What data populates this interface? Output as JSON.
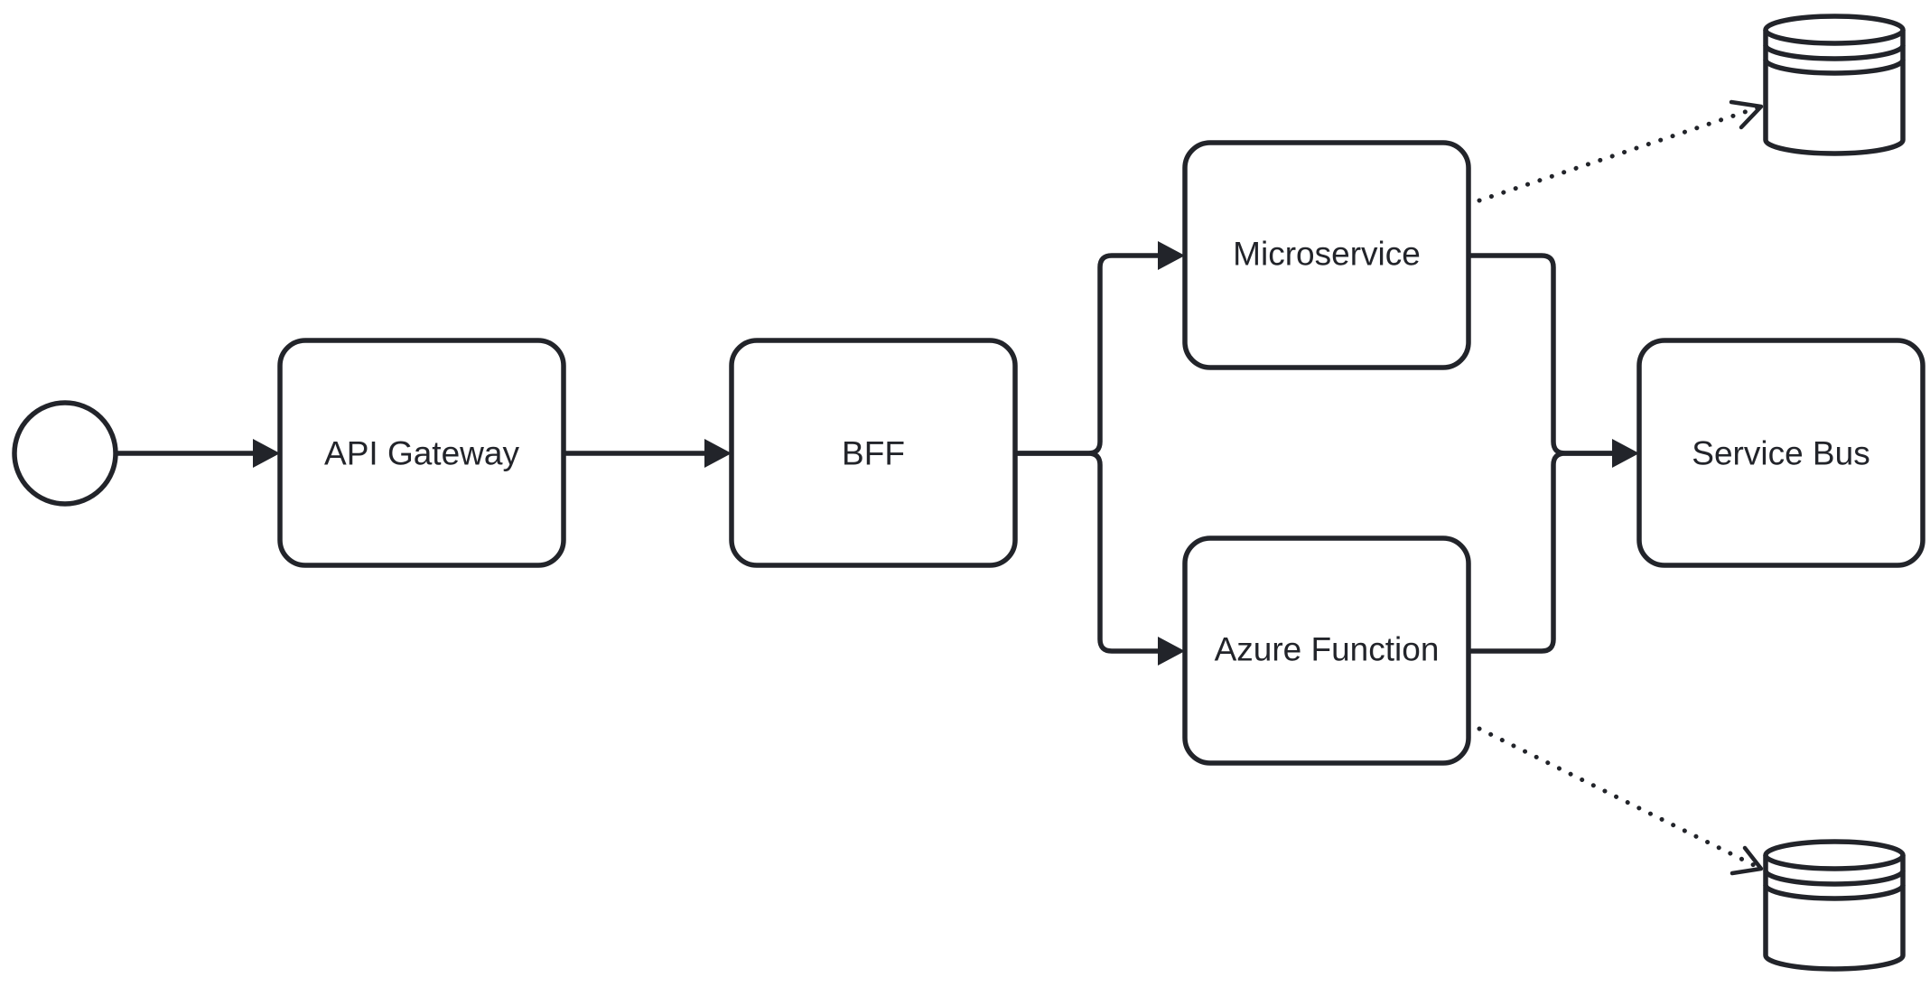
{
  "diagram": {
    "type": "BPMN process",
    "colors": {
      "stroke": "#22242a",
      "fill": "#ffffff",
      "background": "#ffffff"
    },
    "nodes": [
      {
        "id": "start",
        "kind": "start-event",
        "label": ""
      },
      {
        "id": "api_gateway",
        "kind": "task",
        "label": "API Gateway"
      },
      {
        "id": "bff",
        "kind": "task",
        "label": "BFF"
      },
      {
        "id": "microservice",
        "kind": "task",
        "label": "Microservice"
      },
      {
        "id": "azure_function",
        "kind": "task",
        "label": "Azure Function"
      },
      {
        "id": "service_bus",
        "kind": "task",
        "label": "Service Bus"
      },
      {
        "id": "datastore_top",
        "kind": "data-store",
        "label": ""
      },
      {
        "id": "datastore_bottom",
        "kind": "data-store",
        "label": ""
      }
    ],
    "edges": [
      {
        "from": "start",
        "to": "api_gateway",
        "kind": "sequence-flow"
      },
      {
        "from": "api_gateway",
        "to": "bff",
        "kind": "sequence-flow"
      },
      {
        "from": "bff",
        "to": "microservice",
        "kind": "sequence-flow"
      },
      {
        "from": "bff",
        "to": "azure_function",
        "kind": "sequence-flow"
      },
      {
        "from": "microservice",
        "to": "service_bus",
        "kind": "sequence-flow"
      },
      {
        "from": "azure_function",
        "to": "service_bus",
        "kind": "sequence-flow"
      },
      {
        "from": "microservice",
        "to": "datastore_top",
        "kind": "data-association"
      },
      {
        "from": "azure_function",
        "to": "datastore_bottom",
        "kind": "data-association"
      }
    ]
  }
}
